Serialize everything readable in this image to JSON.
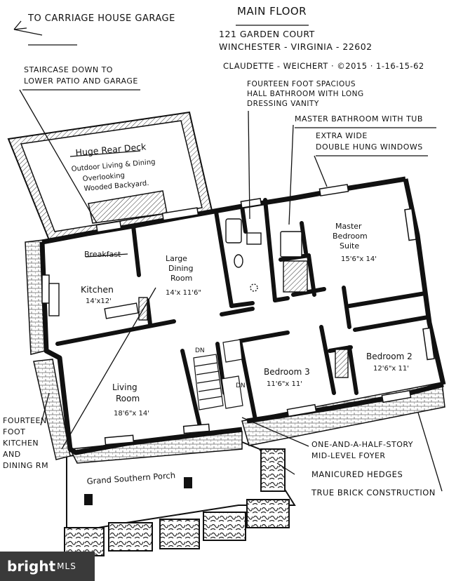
{
  "header": {
    "left_note": "To Carriage House Garage",
    "title": "Main Floor",
    "address_line1": "121 Garden Court",
    "address_line2": "Winchester - Virginia - 22602",
    "credit": "Claudette - Weichert · ©2015 · 1-16-15-62"
  },
  "rooms": {
    "deck_title": "Huge Rear Deck",
    "deck_line1": "Outdoor Living & Dining",
    "deck_line2": "Overlooking",
    "deck_line3": "Wooded Backyard.",
    "breakfast": "Breakfast",
    "kitchen": "Kitchen",
    "kitchen_size": "14'x12'",
    "dining_line1": "Large",
    "dining_line2": "Dining",
    "dining_line3": "Room",
    "dining_size": "14'x 11'6\"",
    "master_line1": "Master",
    "master_line2": "Bedroom",
    "master_line3": "Suite",
    "master_size": "15'6\"x 14'",
    "living_line1": "Living",
    "living_line2": "Room",
    "living_size": "18'6\"x 14'",
    "bedroom3": "Bedroom 3",
    "bedroom3_size": "11'6\"x 11'",
    "bedroom2": "Bedroom 2",
    "bedroom2_size": "12'6\"x 11'",
    "dn1": "DN",
    "dn2": "DN",
    "porch": "Grand Southern Porch"
  },
  "callouts": {
    "staircase_line1": "Staircase Down to",
    "staircase_line2": "Lower Patio and Garage",
    "hall_bath_line1": "Fourteen Foot Spacious",
    "hall_bath_line2": "Hall Bathroom with Long",
    "hall_bath_line3": "Dressing Vanity",
    "master_bath": "Master Bathroom with Tub",
    "windows_line1": "Extra Wide",
    "windows_line2": "Double Hung Windows",
    "kitchen_ceiling_line1": "Fourteen",
    "kitchen_ceiling_line2": "Foot",
    "kitchen_ceiling_line3": "Kitchen",
    "kitchen_ceiling_line4": "and",
    "kitchen_ceiling_line5": "Dining Rm",
    "foyer_line1": "One-and-a-Half-Story",
    "foyer_line2": "Mid-Level Foyer",
    "hedges": "Manicured Hedges",
    "brick": "True Brick Construction"
  },
  "watermark": {
    "brand": "bright",
    "suffix": "MLS"
  },
  "colors": {
    "ink": "#111111",
    "paper": "#ffffff",
    "brick_hatch": "#555555",
    "badge": "#3a3a3a"
  }
}
